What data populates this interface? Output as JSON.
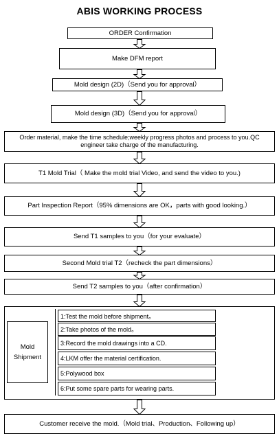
{
  "title": "ABIS WORKING PROCESS",
  "steps": [
    "ORDER Confirmation",
    "Make DFM report",
    "Mold design (2D)（Send you for approval）",
    "Mold design (3D)（Send you for approval）",
    "Order material, make the time schedule;weekly progress photos and process to you.QC engineer take charge of the manufacturing.",
    "T1 Mold Trial（ Make the mold trial Video, and send the video to you.)",
    "Part Inspection Report（95% dimensions are OK，parts with good looking.）",
    "Send T1 samples to you（for your evaluate）",
    "Second Mold trial T2（recheck the part dimensions）",
    "Send T2 samples to you（after confirmation）"
  ],
  "shipment": {
    "label": "Mold Shipment",
    "items": [
      "1:Test the mold before shipment。",
      "2:Take photos of the mold。",
      "3:Record the mold drawings into a CD.",
      "4:LKM offer the material certification.",
      "5:Polywood box",
      "6:Put some spare parts for wearing parts."
    ]
  },
  "final_step": "Customer receive the mold.（Mold trial、Production、Following up）"
}
